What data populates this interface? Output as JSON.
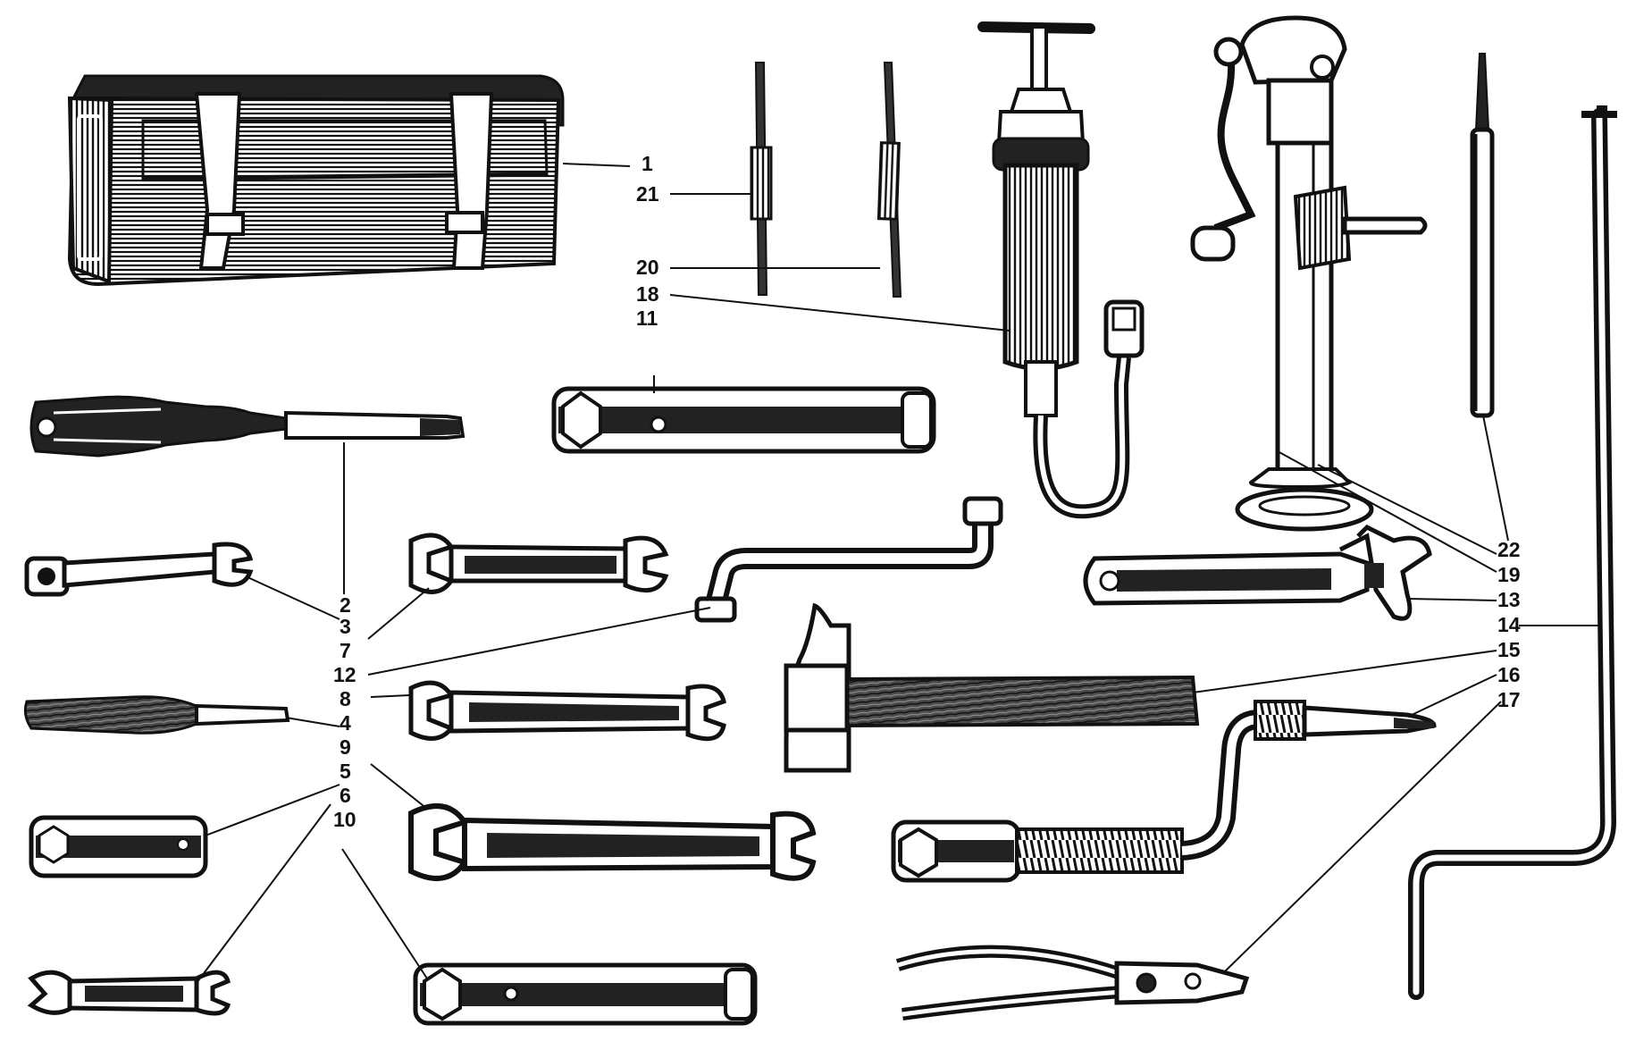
{
  "labels": {
    "l1": "1",
    "l2": "2",
    "l3": "3",
    "l4": "4",
    "l5": "5",
    "l6": "6",
    "l7": "7",
    "l8": "8",
    "l9": "9",
    "l10": "10",
    "l11": "11",
    "l12": "12",
    "l13": "13",
    "l14": "14",
    "l15": "15",
    "l16": "16",
    "l17": "17",
    "l18": "18",
    "l19": "19",
    "l20": "20",
    "l21": "21",
    "l22": "22"
  },
  "colors": {
    "ink": "#111111",
    "paper": "#ffffff",
    "fill": "#2a2a2a"
  }
}
